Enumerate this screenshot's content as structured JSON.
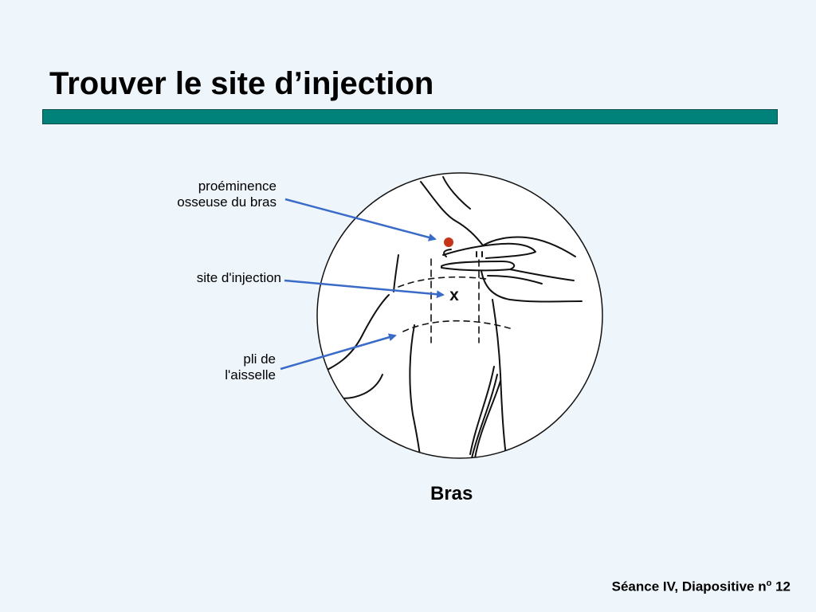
{
  "slide": {
    "title": "Trouver le site d’injection",
    "accent_color": "#00827a"
  },
  "diagram": {
    "labels": {
      "bony_line1": "proéminence",
      "bony_line2": "osseuse du bras",
      "injection_site": "site d'injection",
      "fold_line1": "pli de",
      "fold_line2": "l'aisselle"
    },
    "marker": "x",
    "caption": "Bras",
    "arrow_color": "#3a6bc8",
    "dot_color": "#c8341a"
  },
  "footer": {
    "text": "Séance IV, Diapositive n",
    "superscript": "o",
    "number": " 12"
  }
}
